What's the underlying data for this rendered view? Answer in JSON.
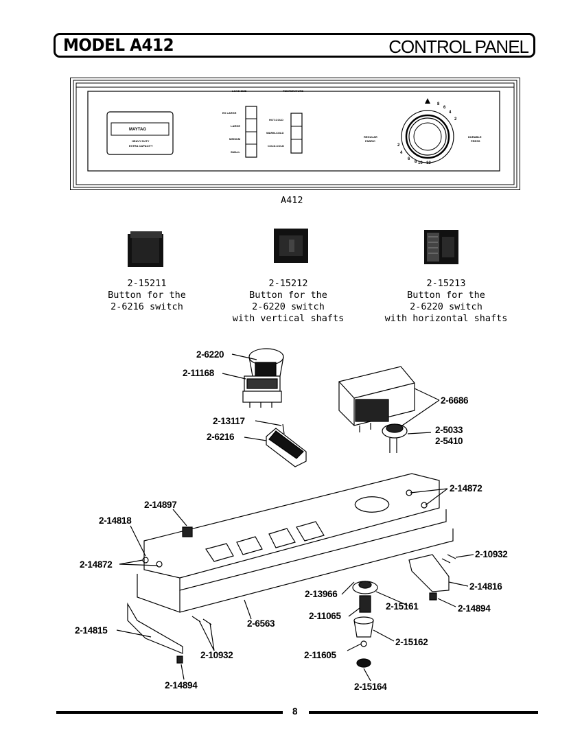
{
  "header": {
    "model": "MODEL A412",
    "section": "CONTROL PANEL"
  },
  "panel": {
    "caption": "A412",
    "top_labels": [
      "LOAD SIZE",
      "TEMPERATURE"
    ],
    "brand": "MAYTAG",
    "brand_sub": [
      "HEAVY DUTY",
      "EXTRA CAPACITY"
    ],
    "load_size": [
      "EX LARGE",
      "LARGE",
      "MEDIUM",
      "SMALL"
    ],
    "temperature": [
      "HOT-COLD",
      "WARM-COLD",
      "COLD-COLD"
    ],
    "timer_left": [
      "REGULAR",
      "FABRIC"
    ],
    "timer_right": [
      "DURABLE",
      "PRESS"
    ],
    "dial_numbers": [
      "2",
      "4",
      "6",
      "8",
      "10",
      "12",
      "2",
      "4",
      "6",
      "8"
    ]
  },
  "buttons": [
    {
      "part": "2-15211",
      "lines": [
        "Button for the",
        "2-6216 switch"
      ]
    },
    {
      "part": "2-15212",
      "lines": [
        "Button for the",
        "2-6220 switch",
        "with vertical shafts"
      ]
    },
    {
      "part": "2-15213",
      "lines": [
        "Button for the",
        "2-6220 switch",
        "with horizontal shafts"
      ]
    }
  ],
  "parts": {
    "p6220": "2-6220",
    "p11168": "2-11168",
    "p13117": "2-13117",
    "p6216": "2-6216",
    "p6686": "2-6686",
    "p5033": "2-5033",
    "p5410": "2-5410",
    "p14872a": "2-14872",
    "p14897": "2-14897",
    "p14818": "2-14818",
    "p14872b": "2-14872",
    "p10932a": "2-10932",
    "p14816": "2-14816",
    "p13966": "2-13966",
    "p15161": "2-15161",
    "p14894a": "2-14894",
    "p11065": "2-11065",
    "p6563": "2-6563",
    "p14815": "2-14815",
    "p15162": "2-15162",
    "p10932b": "2-10932",
    "p11605": "2-11605",
    "p14894b": "2-14894",
    "p15164": "2-15164"
  },
  "footer": {
    "page": "8"
  }
}
